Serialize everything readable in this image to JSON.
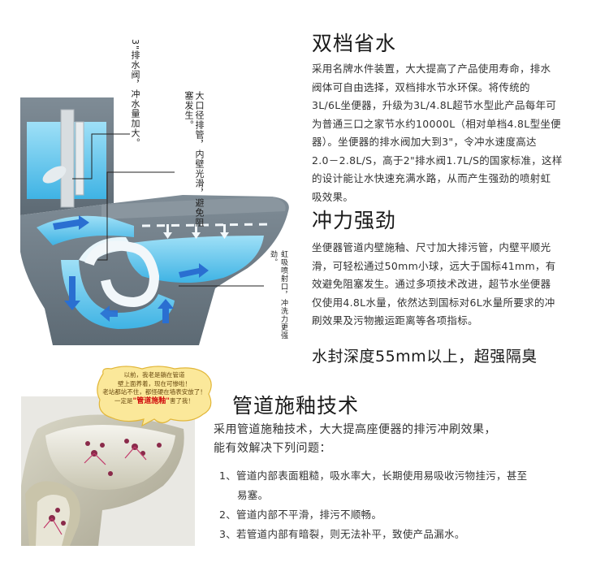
{
  "section1": {
    "title": "双档省水",
    "lines": [
      "采用名牌水件装置，大大提高了产品使用寿命，排水",
      "阀体可自由选择，双档排水节水环保。将传统的",
      "3L/6L坐便器，升级为3L/4.8L超节水型此产品每年可",
      "为普通三口之家节水约10000L（相对单档4.8L型坐便",
      "器）。坐便器的排水阀加大到3\"，令冲水速度高达",
      "2.0－2.8L/S，高于2\"排水阀1.7L/S的国家标准，这样",
      "的设计能让水快速充满水路，从而产生强劲的喷射虹",
      "吸效果。"
    ]
  },
  "section2": {
    "title": "冲力强劲",
    "lines": [
      "坐便器管道内壁施釉、尺寸加大排污管，内壁平顺光",
      "滑，可轻松通过50mm小球，远大于国标41mm，有",
      "效避免阻塞发生。通过多项技术改进，超节水坐便器",
      "仅使用4.8L水量，依然达到国标对6L水量所要求的冲",
      "刷效果及污物搬运距离等各项指标。"
    ]
  },
  "water_seal": "水封深度55mm以上，超强隔臭",
  "section3": {
    "title": "管道施釉技术",
    "intro_lines": [
      "采用管道施釉技术，大大提高座便器的排污冲刷效果，",
      "能有效解决下列问题："
    ],
    "items": [
      "1、管道内部表面粗糙，吸水率大，长期使用易吸收污物挂污，甚至",
      "易塞。",
      "2、管道内部不平滑，排污不顺畅。",
      "3、若管道内部有暗裂，则无法补平，致使产品漏水。"
    ]
  },
  "callouts": {
    "valve": "3\"排水阀，冲水量加大。",
    "pipe": "大口径排管，内壁光滑，避免阻塞发生。",
    "siphon": "虹吸喷射口，冲洗力更强劲。"
  },
  "bubble": {
    "line1": "以前，我老是躺在管道",
    "line2": "壁上面养着，现在可惨啦！",
    "line3": "老站都站不住，都怪硬在墙表安放了！",
    "prefix": "一定是",
    "highlight": "\"管道施釉\"",
    "suffix": "害了我！"
  },
  "colors": {
    "gray_body": "#6e7c87",
    "water_blue": "#5fc6ec",
    "arrow_blue": "#2a6fd1"
  }
}
